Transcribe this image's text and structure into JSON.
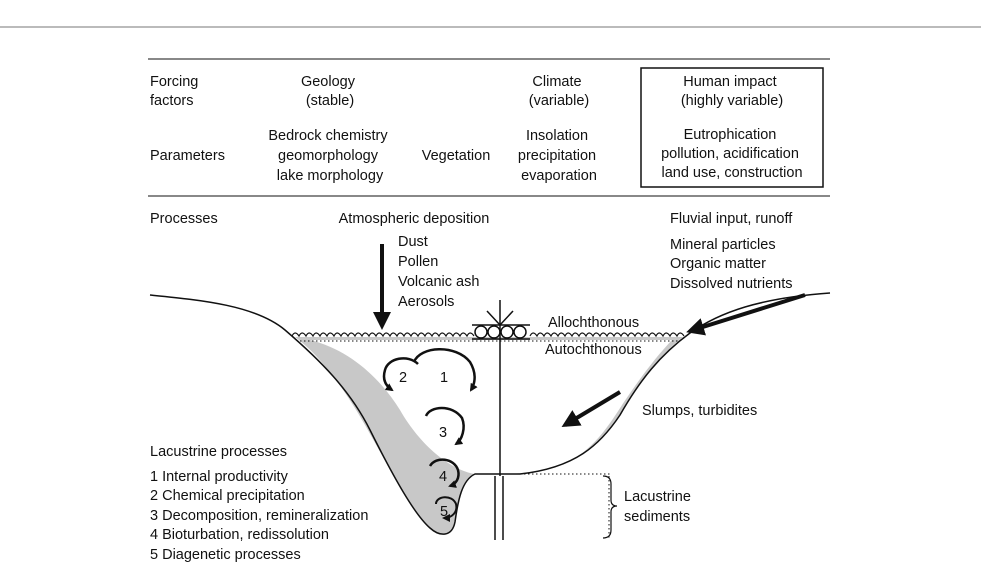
{
  "header": {
    "forcing_factors": [
      "Forcing",
      "factors"
    ],
    "parameters": "Parameters",
    "geology": {
      "title": [
        "Geology",
        "(stable)"
      ],
      "params": [
        "Bedrock chemistry",
        "geomorphology",
        "lake morphology"
      ]
    },
    "vegetation": "Vegetation",
    "climate": {
      "title": [
        "Climate",
        "(variable)"
      ],
      "params": [
        "Insolation",
        "precipitation",
        "evaporation"
      ]
    },
    "human": {
      "title": [
        "Human impact",
        "(highly variable)"
      ],
      "params": [
        "Eutrophication",
        "pollution, acidification",
        "land use, construction"
      ]
    }
  },
  "processes": {
    "label": "Processes",
    "atmospheric": {
      "title": "Atmospheric deposition",
      "items": [
        "Dust",
        "Pollen",
        "Volcanic ash",
        "Aerosols"
      ]
    },
    "fluvial": {
      "title": "Fluvial input, runoff",
      "items": [
        "Mineral particles",
        "Organic matter",
        "Dissolved nutrients"
      ]
    }
  },
  "lake": {
    "allochthonous": "Allochthonous",
    "autochthonous": "Autochthonous",
    "slumps": "Slumps, turbidites",
    "sediments": [
      "Lacustrine",
      "sediments"
    ],
    "cycles": [
      "1",
      "2",
      "3",
      "4",
      "5"
    ]
  },
  "lacustrine": {
    "title": "Lacustrine processes",
    "items": [
      "1 Internal productivity",
      "2 Chemical precipitation",
      "3 Decomposition, remineralization",
      "4 Bioturbation, redissolution",
      "5 Diagenetic processes"
    ]
  },
  "colors": {
    "sediment_fill": "#c8c8c8",
    "ink": "#111111"
  }
}
